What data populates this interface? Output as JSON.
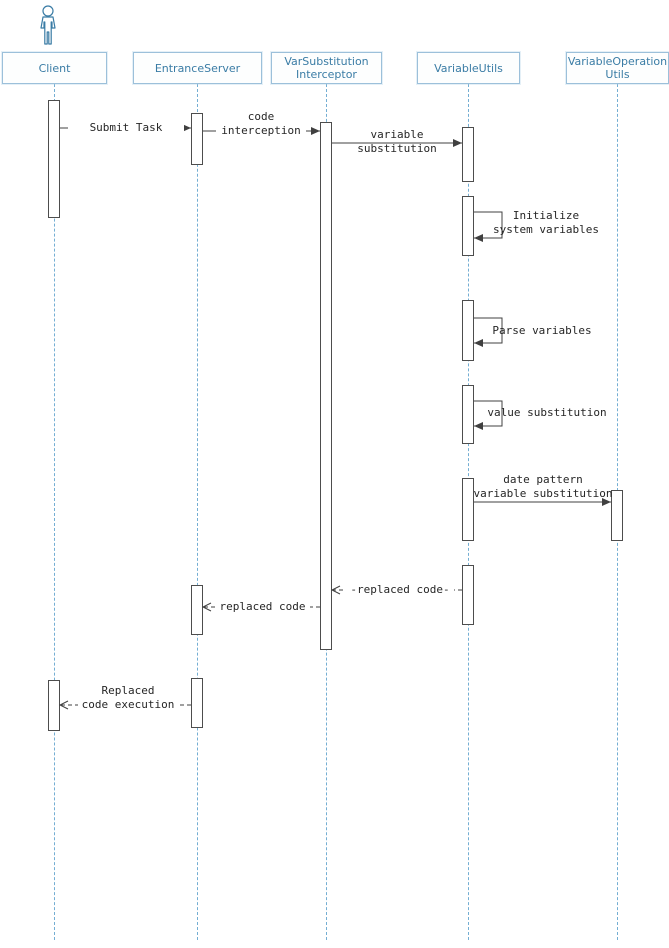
{
  "diagram_type": "uml-sequence",
  "colors": {
    "participant_border": "#9cc0da",
    "participant_text": "#3a7ca5",
    "lifeline": "#74aed3",
    "message_line": "#404040",
    "activation_fill": "#ffffff",
    "activation_border": "#4d4d4d"
  },
  "participants": [
    {
      "name": "Client",
      "actor": true
    },
    {
      "name": "EntranceServer",
      "actor": false
    },
    {
      "name": "VarSubstitution\nInterceptor",
      "actor": false
    },
    {
      "name": "VariableUtils",
      "actor": false
    },
    {
      "name": "VariableOperation\nUtils",
      "actor": false
    }
  ],
  "messages": [
    {
      "label": "Submit Task",
      "from": "Client",
      "to": "EntranceServer",
      "kind": "sync"
    },
    {
      "label": "code\ninterception",
      "from": "EntranceServer",
      "to": "VarSubstitution Interceptor",
      "kind": "sync"
    },
    {
      "label": "variable substitution",
      "from": "VarSubstitution Interceptor",
      "to": "VariableUtils",
      "kind": "sync"
    },
    {
      "label": "Initialize\nsystem variables",
      "from": "VariableUtils",
      "to": "VariableUtils",
      "kind": "self"
    },
    {
      "label": "Parse variables",
      "from": "VariableUtils",
      "to": "VariableUtils",
      "kind": "self"
    },
    {
      "label": "value substitution",
      "from": "VariableUtils",
      "to": "VariableUtils",
      "kind": "self"
    },
    {
      "label": "date pattern\nvariable substitution",
      "from": "VariableUtils",
      "to": "VariableOperation Utils",
      "kind": "sync"
    },
    {
      "label": "-replaced code-",
      "from": "VariableUtils",
      "to": "VarSubstitution Interceptor",
      "kind": "return"
    },
    {
      "label": "replaced code",
      "from": "VarSubstitution Interceptor",
      "to": "EntranceServer",
      "kind": "return"
    },
    {
      "label": "Replaced\ncode execution",
      "from": "EntranceServer",
      "to": "Client",
      "kind": "return"
    }
  ]
}
